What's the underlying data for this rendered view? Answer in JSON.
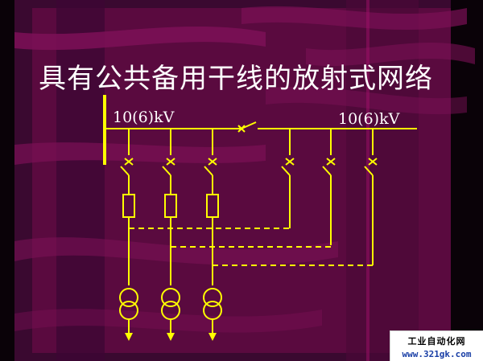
{
  "title": "具有公共备用干线的放射式网络",
  "labels": {
    "bus_left": "10(6)kV",
    "bus_right": "10(6)kV"
  },
  "watermark": {
    "line1": "工业自动化网",
    "line2": "www.321gk.com"
  },
  "colors": {
    "line": "#ffff00",
    "background_band": "#5a0a3f",
    "text": "#ffffff"
  }
}
